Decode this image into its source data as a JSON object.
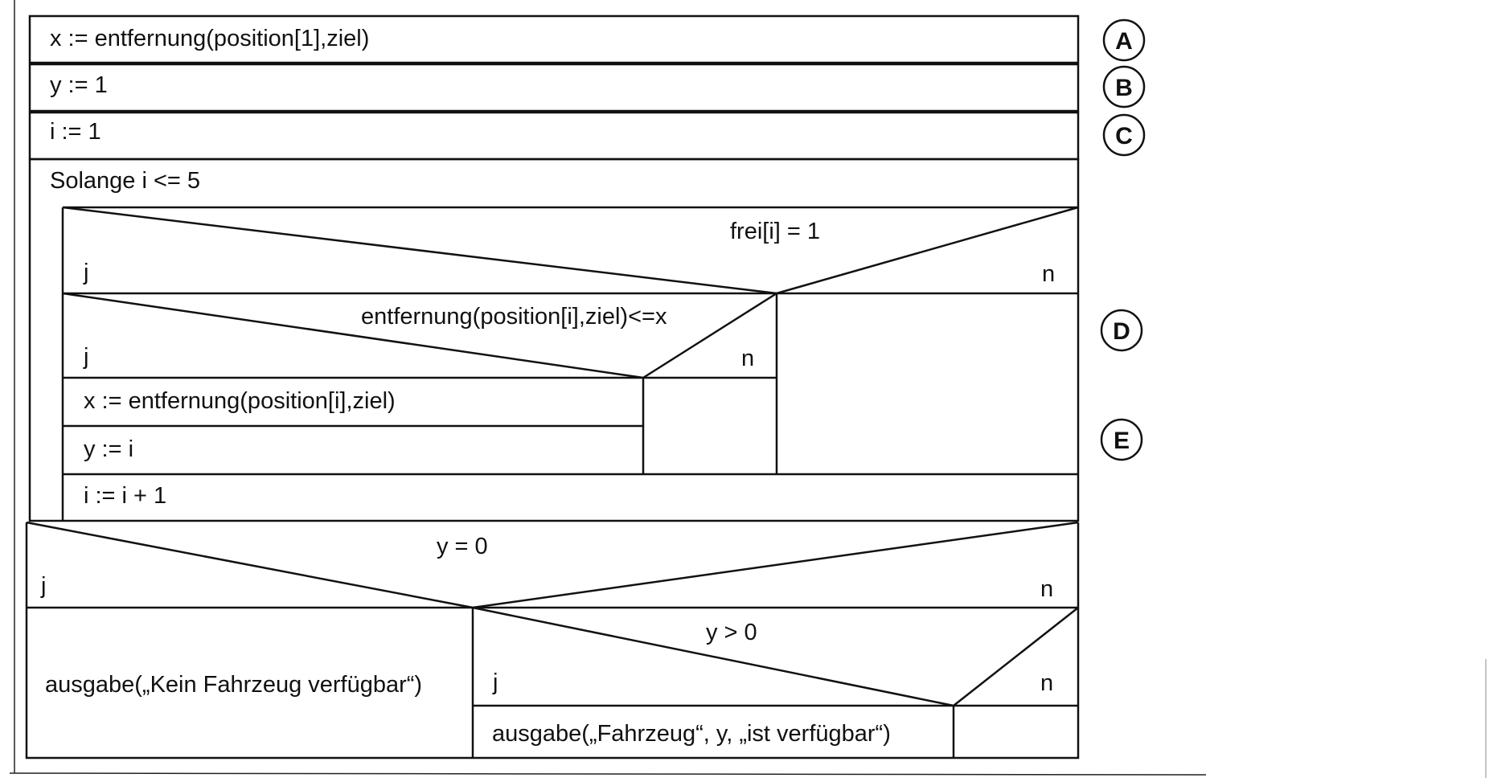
{
  "diagram": {
    "statements": {
      "x_init": "x := entfernung(position[1],ziel)",
      "y_init": "y := 1",
      "i_init": "i := 1",
      "loop_header": "Solange i <= 5",
      "if_free": "frei[i] = 1",
      "if_closer": "entfernung(position[i],ziel)<=x",
      "x_update": "x := entfernung(position[i],ziel)",
      "y_update": "y := i",
      "i_increment": "i := i + 1",
      "if_y_zero": "y = 0",
      "output_none": "ausgabe(„Kein Fahrzeug verfügbar“)",
      "if_y_positive": "y > 0",
      "output_vehicle": "ausgabe(„Fahrzeug“, y, „ist verfügbar“)"
    },
    "branch_labels": {
      "yes": "j",
      "no": "n"
    },
    "markers": [
      "A",
      "B",
      "C",
      "D",
      "E"
    ]
  }
}
